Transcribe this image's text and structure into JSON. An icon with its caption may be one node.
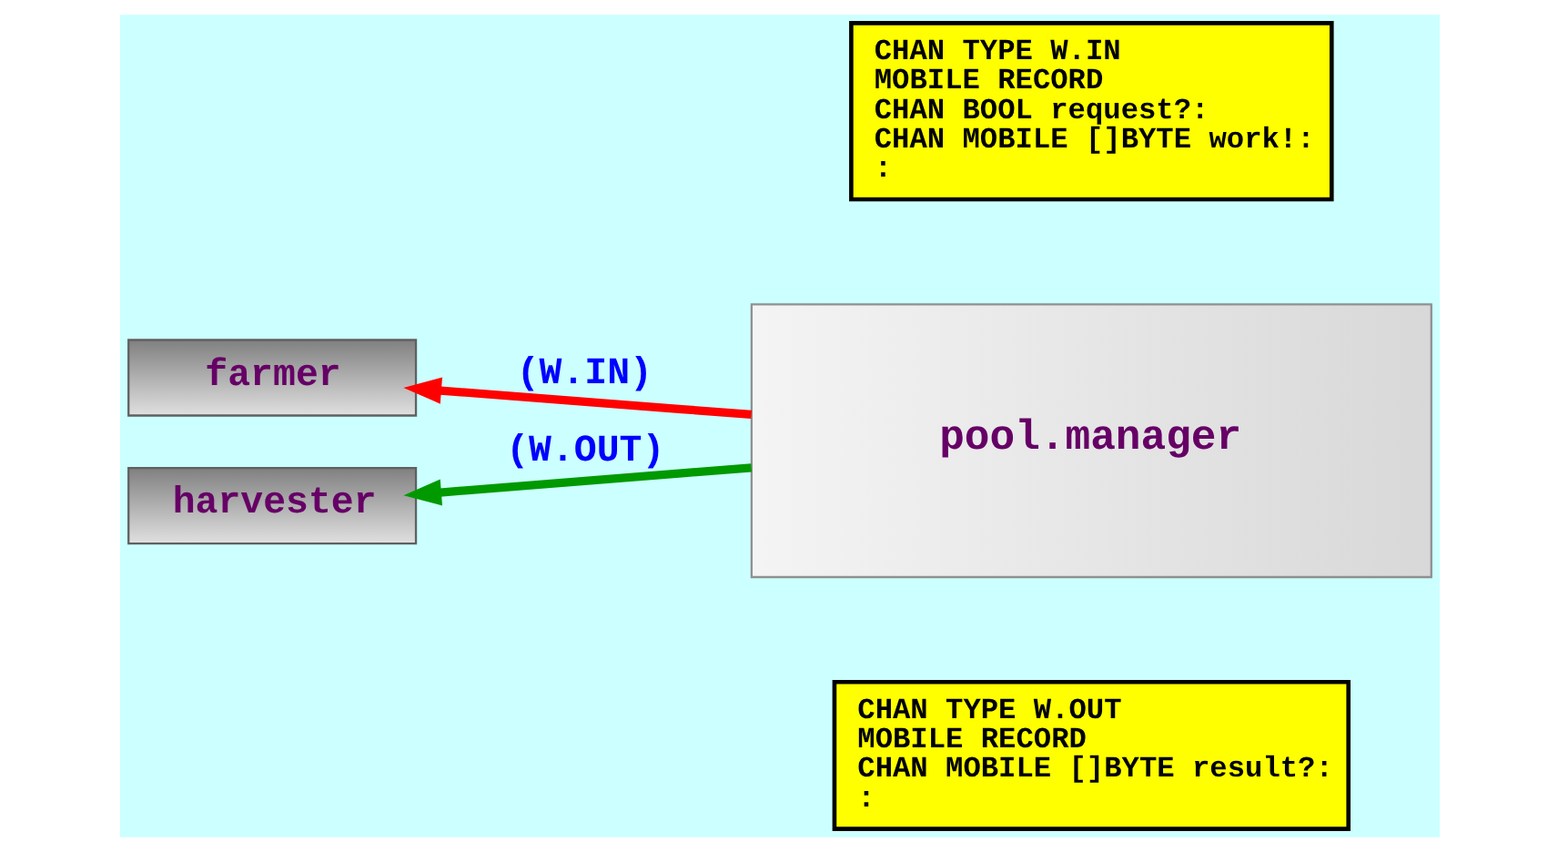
{
  "diagram": {
    "nodes": [
      {
        "text": [
          "farmer"
        ]
      },
      {
        "text": [
          "harvester"
        ]
      },
      {
        "text": [
          "pool.manager"
        ]
      },
      {
        "text": [
          "CHAN TYPE W.IN",
          "MOBILE RECORD",
          "CHAN BOOL request?:",
          "CHAN MOBILE []BYTE work!:",
          ":"
        ]
      },
      {
        "text": [
          "CHAN TYPE W.OUT",
          "MOBILE RECORD",
          "CHAN MOBILE []BYTE result?:",
          ":"
        ]
      }
    ],
    "edges": [
      {
        "from": 2,
        "to": 0,
        "arrow": "to",
        "label": "(W.IN)",
        "color": "#ff0000"
      },
      {
        "from": 2,
        "to": 1,
        "arrow": "to",
        "label": "(W.OUT)",
        "color": "#009900"
      }
    ]
  }
}
